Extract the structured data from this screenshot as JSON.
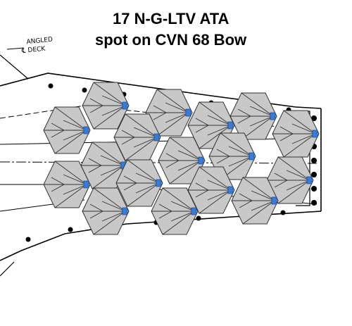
{
  "title": {
    "line1": "17 N-G-LTV ATA",
    "line2": "spot on CVN 68 Bow"
  },
  "deck_label": {
    "line1": "ANGLED",
    "line2": "℄ DECK"
  },
  "aircraft": {
    "count": 17,
    "fill_color": "#c8c8c8",
    "stroke_color": "#333333",
    "nozzle_color": "#3a7bd5",
    "icon": "ngltv-aircraft-icon"
  },
  "deck": {
    "outline_color": "#000000",
    "line_style": "dashed"
  }
}
